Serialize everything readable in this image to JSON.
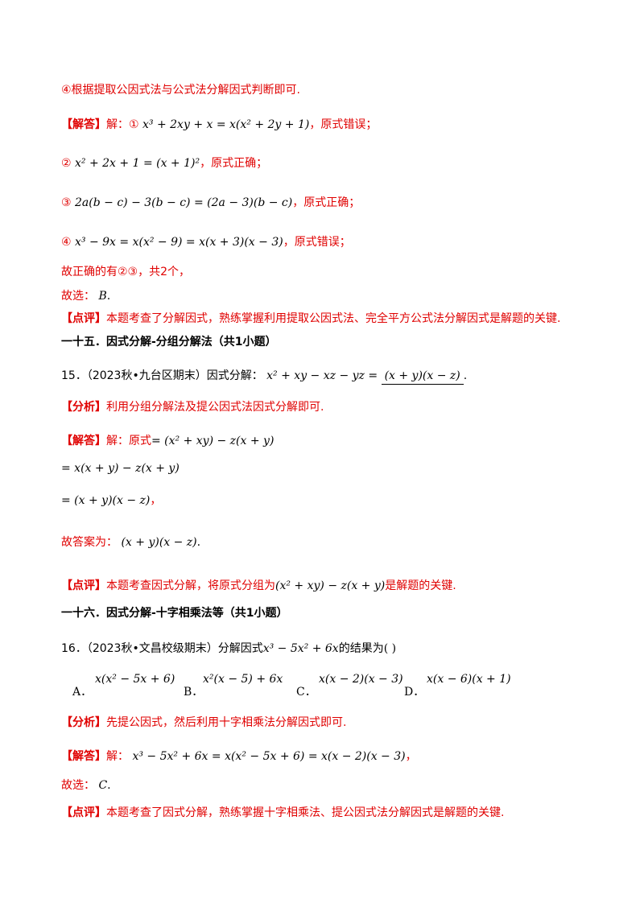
{
  "line_prev_analysis": "④根据提取公因式法与公式法分解因式判断即可.",
  "tag_answer": "【解答】",
  "tag_analysis": "【分析】",
  "tag_comment": "【点评】",
  "jie": "解：",
  "q14": {
    "s1_num": "①",
    "s1_eq": "x³ + 2xy + x = x(x² + 2y + 1)",
    "s1_verdict": "，原式错误；",
    "s2_num": "②",
    "s2_eq": "x² + 2x + 1 = (x + 1)²",
    "s2_verdict": "，原式正确；",
    "s3_num": "③",
    "s3_eq": "2a(b − c) − 3(b − c) = (2a − 3)(b − c)",
    "s3_verdict": "，原式正确；",
    "s4_num": "④",
    "s4_eq": "x³ − 9x = x(x² − 9) = x(x + 3)(x − 3)",
    "s4_verdict": "，原式错误；",
    "count_line": "故正确的有②③，共2个，",
    "choose_prefix": "故选：",
    "choose_value": "B",
    "choose_suffix": ".",
    "comment": "本题考查了分解因式，熟练掌握利用提取公因式法、完全平方公式法分解因式是解题的关键."
  },
  "section15_title": "一十五．因式分解-分组分解法（共1小题）",
  "q15": {
    "stem_prefix": "15．（2023秋•九台区期末）因式分解：",
    "stem_expr": "x² + xy − xz − yz =",
    "stem_answer": "(x + y)(x − z)",
    "stem_end": ".",
    "analysis": "利用分组分解法及提公因式法因式分解即可.",
    "orig_label": "原式",
    "step1": "= (x² + xy) − z(x + y)",
    "step2": "= x(x + y) − z(x + y)",
    "step3": "= (x + y)(x − z)",
    "step3_end": "，",
    "answer_prefix": "故答案为：",
    "answer_value": "(x + y)(x − z)",
    "answer_end": ".",
    "comment_prefix": "本题考查因式分解，将原式分组为",
    "comment_expr": "(x² + xy) − z(x + y)",
    "comment_suffix": "是解题的关键."
  },
  "section16_title": "一十六．因式分解-十字相乘法等（共1小题）",
  "q16": {
    "stem_prefix": "16．（2023秋•文昌校级期末）分解因式",
    "stem_expr": "x³ − 5x² + 6x",
    "stem_suffix": "的结果为",
    "stem_paren": "(        )",
    "options": [
      {
        "label": "A．",
        "expr": "x(x² − 5x + 6)"
      },
      {
        "label": "B．",
        "expr": "x²(x − 5) + 6x"
      },
      {
        "label": "C．",
        "expr": "x(x − 2)(x − 3)"
      },
      {
        "label": "D．",
        "expr": "x(x − 6)(x + 1)"
      }
    ],
    "analysis": "先提公因式，然后利用十字相乘法分解因式即可.",
    "solution_expr": "x³ − 5x² + 6x = x(x² − 5x + 6) = x(x − 2)(x − 3)",
    "solution_end": "，",
    "choose_prefix": "故选：",
    "choose_value": "C",
    "choose_suffix": ".",
    "comment": "本题考查了因式分解，熟练掌握十字相乘法、提公因式法分解因式是解题的关键."
  }
}
